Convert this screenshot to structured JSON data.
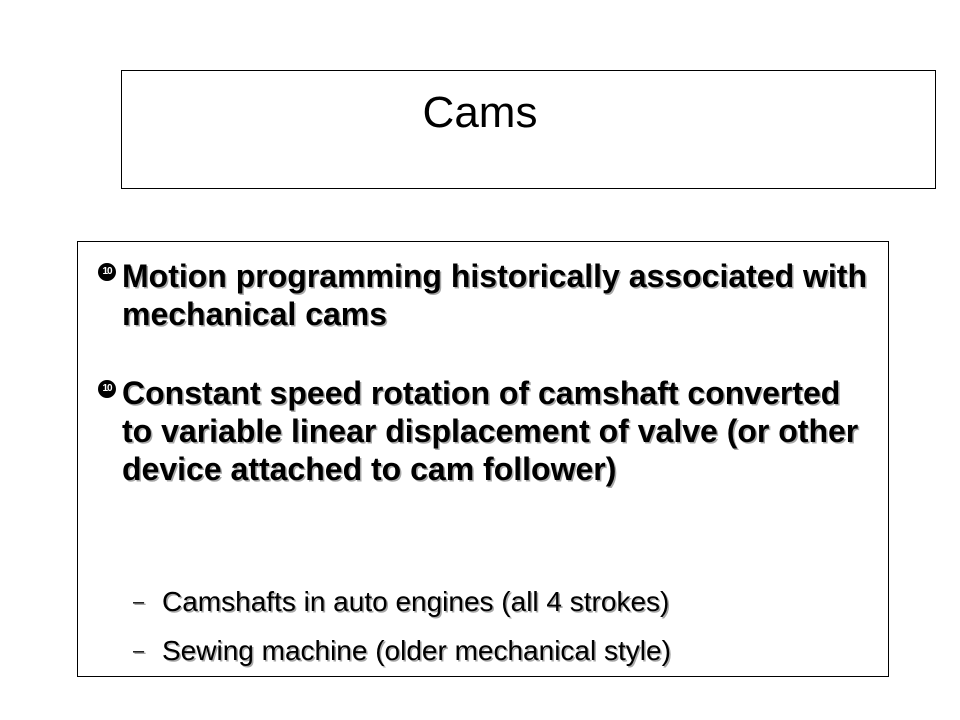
{
  "title": "Cams",
  "bullets": [
    {
      "marker_icon": "circled-ten-icon",
      "marker_glyph": "10",
      "text": "Motion programming historically associated with mechanical cams"
    },
    {
      "marker_icon": "circled-ten-icon",
      "marker_glyph": "10",
      "text": "Constant speed rotation of camshaft converted to variable linear displacement of valve (or other device attached to cam follower)"
    }
  ],
  "sub_bullets": [
    {
      "dash": "–",
      "text": "Camshafts in auto engines (all 4 strokes)"
    },
    {
      "dash": "–",
      "text": "Sewing machine (older mechanical style)"
    }
  ]
}
